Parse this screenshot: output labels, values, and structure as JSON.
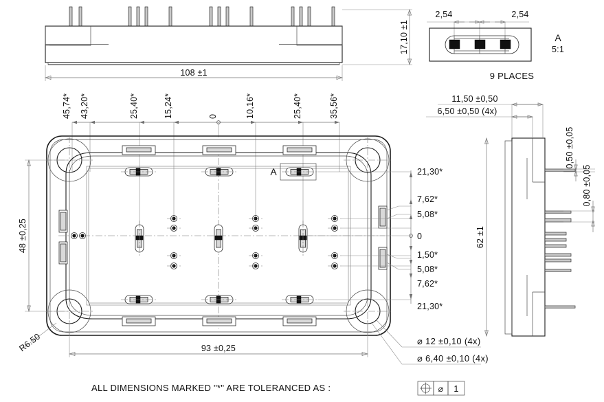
{
  "sheet": {
    "title": "Power Module Outline Drawing",
    "background": "#ffffff",
    "line_color": "#1c1c1c",
    "dim_color": "#707070"
  },
  "front_view": {
    "name": "front-elevation",
    "overall_width_dim": "108 ±1",
    "height_dim": "17,10 ±1",
    "pin_groups": [
      2,
      3,
      1,
      3,
      1,
      3,
      1
    ]
  },
  "detail_view": {
    "label": "A",
    "scale": "5:1",
    "places_note": "9 PLACES",
    "dims": [
      "2,54",
      "2,54"
    ],
    "pad_count": 3
  },
  "plan_view": {
    "name": "plan-view",
    "top_dims": [
      "45,74*",
      "43,20*",
      "25,40*",
      "15,24*",
      "0",
      "10,16*",
      "25,40*",
      "35,56*"
    ],
    "right_dims": [
      "21,30*",
      "7,62*",
      "5,08*",
      "0",
      "1,50*",
      "5,08*",
      "7,62*",
      "21,30*"
    ],
    "left_dim": "48 ±0,25",
    "bottom_dim": "93 ±0,25",
    "corner_radius_note": "R6.50",
    "detail_callout": "A",
    "leader_notes": [
      "⌀ 12 ±0,10 (4x)",
      "⌀ 6,40 ±0,10 (4x)"
    ]
  },
  "side_view": {
    "name": "side-elevation",
    "height_dim": "62 ±1",
    "top_dims": [
      "11,50 ±0,50",
      "6,50 ±0,50 (4x)"
    ],
    "right_dims": [
      "0,50 ±0,05",
      "0,80 ±0,05"
    ]
  },
  "notes": {
    "tolerance_note": "ALL DIMENSIONS MARKED \"*\" ARE TOLERANCED AS :",
    "fcf_symbols": [
      "⊕",
      "⌀",
      "1"
    ]
  }
}
